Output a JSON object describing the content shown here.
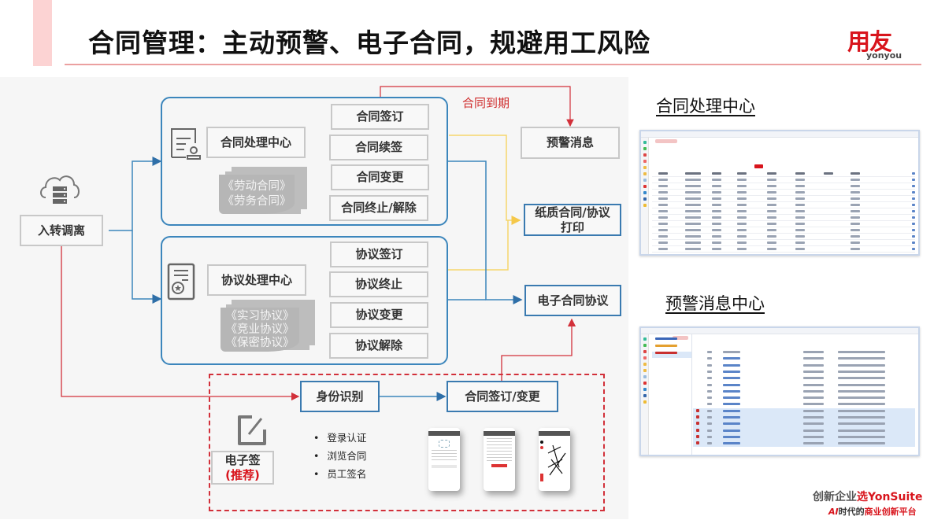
{
  "header": {
    "title": "合同管理：主动预警、电子合同，规避用工风险",
    "logo_cn": "用友",
    "logo_en": "yonyou"
  },
  "diagram": {
    "entry": {
      "label": "入转调离",
      "icon": "cloud-server-icon"
    },
    "contract_center": {
      "label": "合同处理中心",
      "icon": "contract-stamp-icon",
      "documents": [
        "《劳动合同》",
        "《劳务合同》"
      ],
      "actions": [
        "合同签订",
        "合同续签",
        "合同变更",
        "合同终止/解除"
      ]
    },
    "agreement_center": {
      "label": "协议处理中心",
      "icon": "certificate-icon",
      "documents": [
        "《实习协议》",
        "《竞业协议》",
        "《保密协议》"
      ],
      "actions": [
        "协议签订",
        "协议终止",
        "协议变更",
        "协议解除"
      ]
    },
    "expiry_label": "合同到期",
    "warning_message": "预警消息",
    "paper_print": "纸质合同/协议打印",
    "e_contract": "电子合同协议",
    "esign": {
      "label": "电子签",
      "recommend": "(推荐)",
      "icon": "edit-pen-icon",
      "identity": "身份识别",
      "sign_change": "合同签订/变更",
      "features": [
        "登录认证",
        "浏览合同",
        "员工签名"
      ]
    },
    "colors": {
      "blue_line": "#3c86bc",
      "yellow_line": "#f5d66b",
      "red_line": "#d2303a"
    }
  },
  "right": {
    "contract_center_title": "合同处理中心",
    "warning_center_title": "预警消息中心"
  },
  "footer": {
    "slogan_prefix": "创新企业",
    "slogan_brand": "选YonSuite",
    "slogan2_ai": "AI",
    "slogan2_mid": "时代的",
    "slogan2_end": "商业创新平台"
  }
}
